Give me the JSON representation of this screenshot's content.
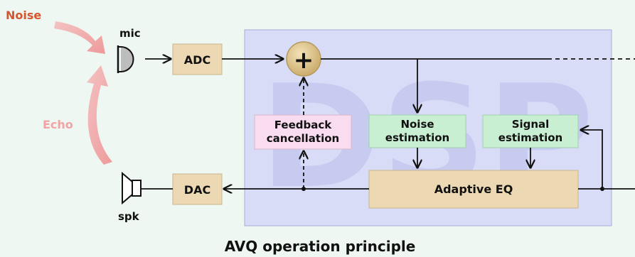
{
  "labels": {
    "noise": "Noise",
    "echo": "Echo",
    "mic": "mic",
    "spk": "spk",
    "adc": "ADC",
    "dac": "DAC",
    "plus": "+",
    "dsp_watermark": "DSP",
    "feedback_line1": "Feedback",
    "feedback_line2": "cancellation",
    "noise_est_line1": "Noise",
    "noise_est_line2": "estimation",
    "signal_est_line1": "Signal",
    "signal_est_line2": "estimation",
    "adaptive_eq": "Adaptive EQ",
    "caption": "AVQ operation principle"
  },
  "colors": {
    "background": "#eef7f1",
    "dsp_panel": "#d9dcf7",
    "tan_block": "#ecd9b3",
    "feedback_block": "#f9dcef",
    "estimation_block": "#c9efd2",
    "noise_label": "#d4572f",
    "echo_label": "#f2a3a3",
    "arrow_pink": "#f0a0a0",
    "summer": "#d9c08c"
  }
}
